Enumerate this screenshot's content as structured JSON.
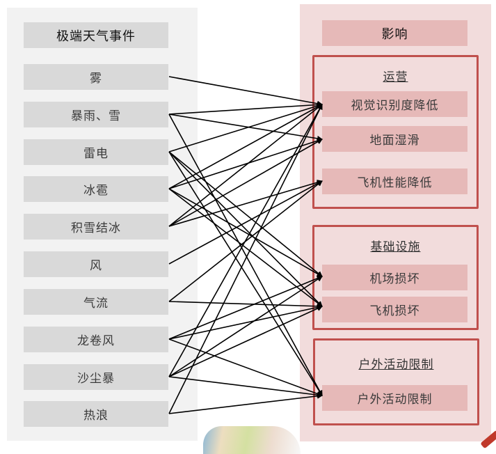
{
  "left_header": "极端天气事件",
  "right_header": "影响",
  "sources": [
    {
      "id": "fog",
      "label": "雾"
    },
    {
      "id": "rain_snow",
      "label": "暴雨、雪"
    },
    {
      "id": "thunder",
      "label": "雷电"
    },
    {
      "id": "hail",
      "label": "冰雹"
    },
    {
      "id": "ice",
      "label": "积雪结冰"
    },
    {
      "id": "wind",
      "label": "风"
    },
    {
      "id": "airflow",
      "label": "气流"
    },
    {
      "id": "tornado",
      "label": "龙卷风"
    },
    {
      "id": "sandstorm",
      "label": "沙尘暴"
    },
    {
      "id": "heatwave",
      "label": "热浪"
    }
  ],
  "groups": [
    {
      "title": "运营",
      "targets": [
        {
          "id": "visibility",
          "label": "视觉识别度降低"
        },
        {
          "id": "slippery",
          "label": "地面湿滑"
        },
        {
          "id": "performance",
          "label": "飞机性能降低"
        }
      ]
    },
    {
      "title": "基础设施",
      "targets": [
        {
          "id": "airport_damage",
          "label": "机场损坏"
        },
        {
          "id": "aircraft_damage",
          "label": "飞机损坏"
        }
      ]
    },
    {
      "title": "户外活动限制",
      "targets": [
        {
          "id": "outdoor",
          "label": "户外活动限制"
        }
      ]
    }
  ],
  "edges": [
    [
      "fog",
      "visibility"
    ],
    [
      "rain_snow",
      "visibility"
    ],
    [
      "rain_snow",
      "slippery"
    ],
    [
      "rain_snow",
      "outdoor"
    ],
    [
      "thunder",
      "visibility"
    ],
    [
      "thunder",
      "airport_damage"
    ],
    [
      "thunder",
      "aircraft_damage"
    ],
    [
      "thunder",
      "outdoor"
    ],
    [
      "hail",
      "visibility"
    ],
    [
      "hail",
      "slippery"
    ],
    [
      "hail",
      "airport_damage"
    ],
    [
      "hail",
      "aircraft_damage"
    ],
    [
      "ice",
      "visibility"
    ],
    [
      "ice",
      "slippery"
    ],
    [
      "ice",
      "performance"
    ],
    [
      "wind",
      "performance"
    ],
    [
      "airflow",
      "performance"
    ],
    [
      "airflow",
      "aircraft_damage"
    ],
    [
      "tornado",
      "airport_damage"
    ],
    [
      "tornado",
      "aircraft_damage"
    ],
    [
      "tornado",
      "outdoor"
    ],
    [
      "sandstorm",
      "visibility"
    ],
    [
      "sandstorm",
      "airport_damage"
    ],
    [
      "sandstorm",
      "aircraft_damage"
    ],
    [
      "sandstorm",
      "outdoor"
    ],
    [
      "heatwave",
      "visibility"
    ],
    [
      "heatwave",
      "outdoor"
    ]
  ],
  "colors": {
    "left_panel": "#f2f2f2",
    "right_panel": "#f2dcdc",
    "source_box": "#d9d9d9",
    "target_box": "#e6b9b8",
    "group_border": "#c0504d",
    "arrow": "#000000"
  }
}
